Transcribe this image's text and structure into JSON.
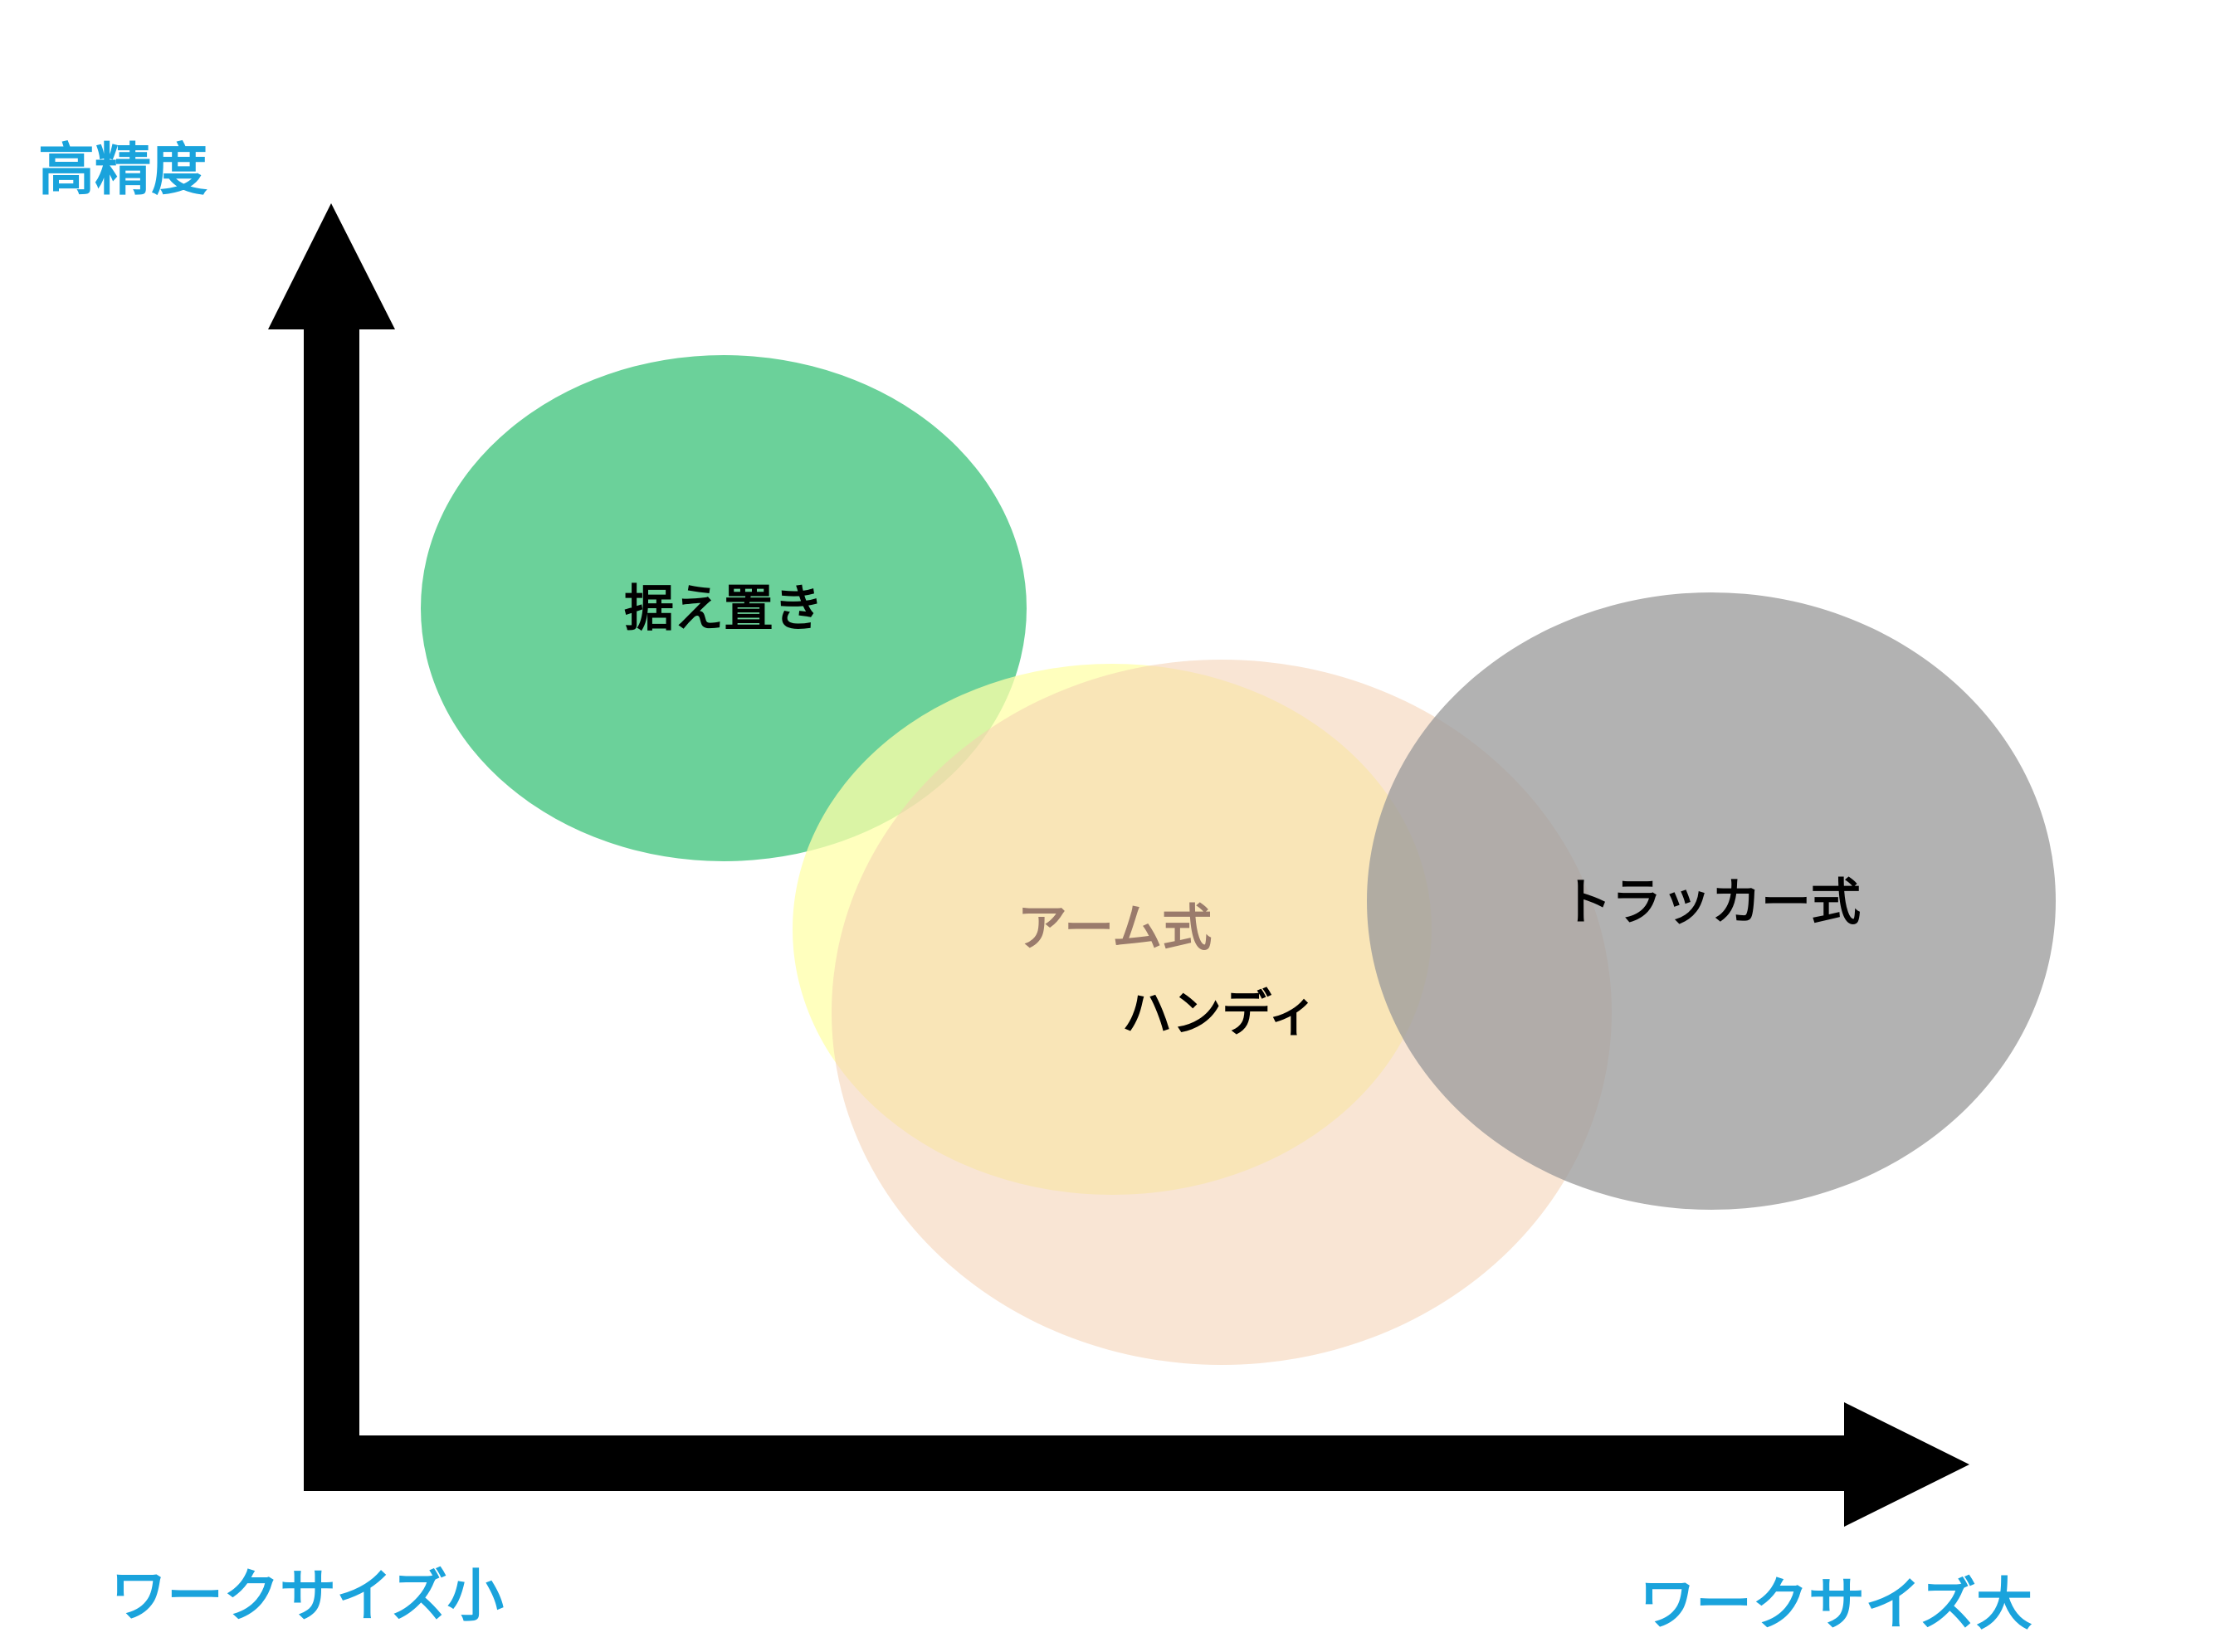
{
  "axes": {
    "y_top_label": "高精度",
    "x_left_label": "ワークサイズ小",
    "x_right_label": "ワークサイズ大",
    "label_color": "#1aa3dc",
    "axis_color": "#000000"
  },
  "regions": [
    {
      "id": "stationary",
      "label": "据え置き",
      "fill": "#3cc27a",
      "opacity": 0.76,
      "label_color": "#000000"
    },
    {
      "id": "arm",
      "label": "アーム式",
      "fill": "#ffffa8",
      "opacity": 0.75,
      "label_color": "#9a7b6c"
    },
    {
      "id": "handy",
      "label": "ハンディ",
      "fill": "#f4cfb0",
      "opacity": 0.55,
      "label_color": "#000000"
    },
    {
      "id": "tracker",
      "label": "トラッカー式",
      "fill": "#9c9c9c",
      "opacity": 0.78,
      "label_color": "#000000"
    }
  ]
}
